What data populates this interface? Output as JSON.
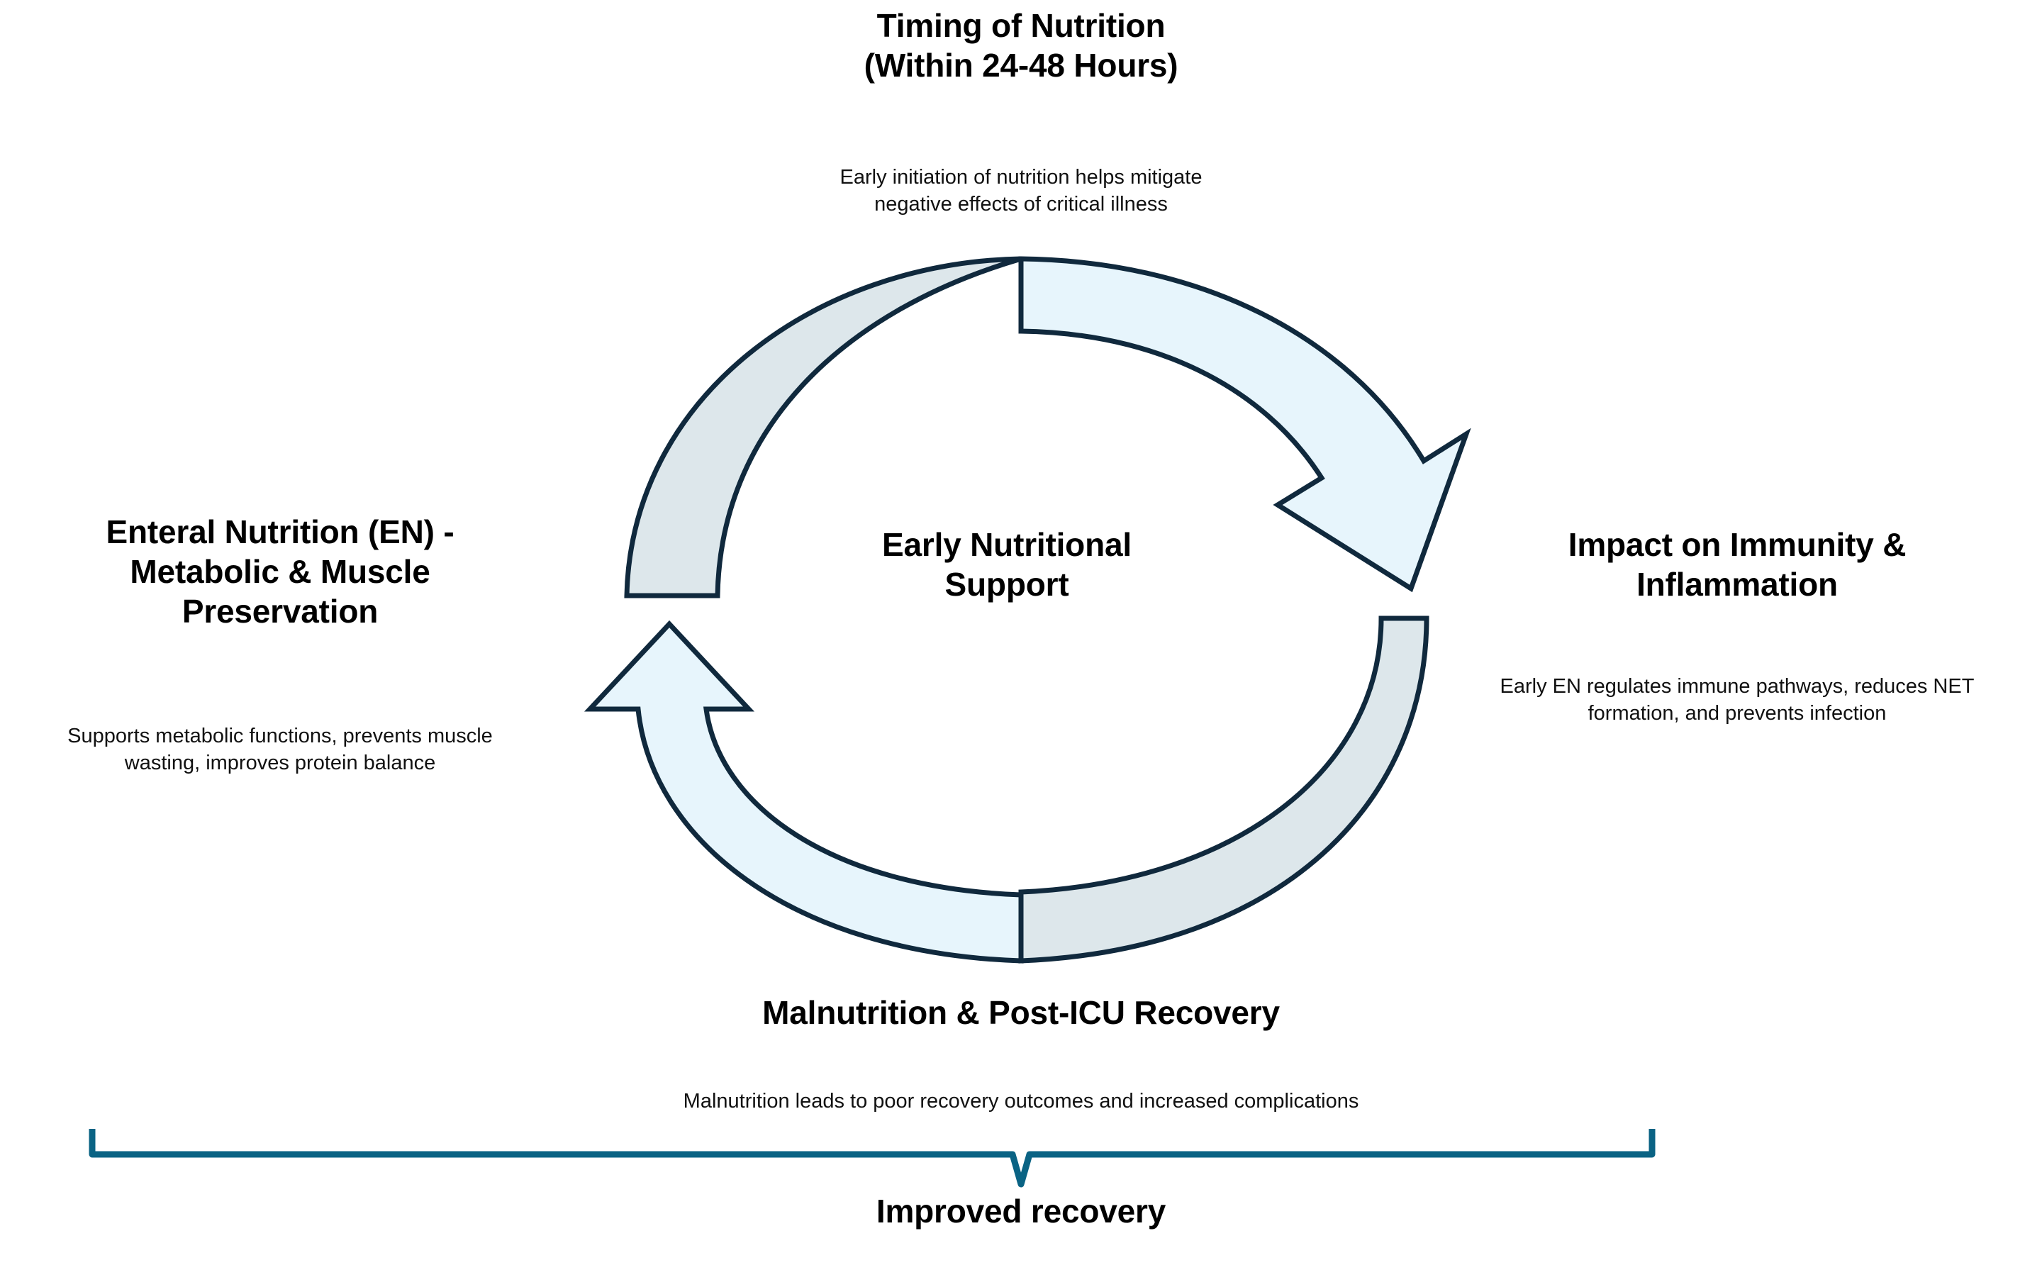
{
  "diagram": {
    "center_label": "Early Nutritional\nSupport",
    "outcome_label": "Improved recovery",
    "colors": {
      "arrow_stroke": "#10293d",
      "arrow_fill_light": "#e7f5fc",
      "arrow_fill_gray": "#dde7eb",
      "bracket": "#0a6384",
      "text": "#000000"
    },
    "nodes": [
      {
        "id": "timing",
        "position": "top",
        "title": "Timing of Nutrition\n(Within 24-48 Hours)",
        "description": "Early initiation of nutrition helps mitigate\nnegative effects of critical illness"
      },
      {
        "id": "immunity",
        "position": "right",
        "title": "Impact on Immunity &\nInflammation",
        "description": "Early EN regulates immune pathways, reduces NET\nformation, and prevents infection"
      },
      {
        "id": "malnutrition",
        "position": "bottom",
        "title": "Malnutrition & Post-ICU Recovery",
        "description": "Malnutrition leads to poor recovery outcomes and increased complications"
      },
      {
        "id": "enteral",
        "position": "left",
        "title": "Enteral Nutrition (EN) -\nMetabolic & Muscle\nPreservation",
        "description": "Supports metabolic functions, prevents muscle\nwasting, improves protein balance"
      }
    ]
  }
}
